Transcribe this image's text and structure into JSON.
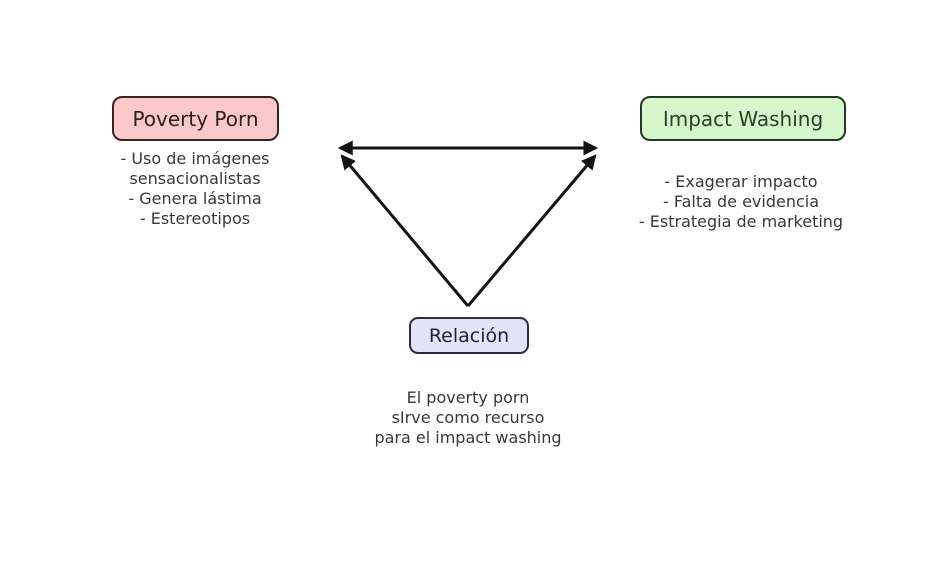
{
  "diagram": {
    "background_color": "#ffffff",
    "nodes": {
      "poverty_porn": {
        "label": "Poverty Porn",
        "fill": "#f9c9c9",
        "border_color": "#3a2222",
        "text_color": "#2f1d1d",
        "bullets": [
          "- Uso de imágenes",
          "sensacionalistas",
          "- Genera lástima",
          "- Estereotipos"
        ]
      },
      "impact_washing": {
        "label": "Impact Washing",
        "fill": "#d6f6cc",
        "border_color": "#223a22",
        "text_color": "#27422a",
        "bullets": [
          "- Exagerar impacto",
          "- Falta de evidencia",
          "- Estrategia de marketing"
        ]
      },
      "relacion": {
        "label": "Relación",
        "fill": "#e4e4f8",
        "border_color": "#2b2b44",
        "text_color": "#21213c",
        "caption_lines": [
          "El poverty porn",
          "sIrve como recurso",
          "para el impact washing"
        ]
      }
    },
    "connectors": {
      "color": "#141414",
      "links": [
        {
          "name": "top-double-arrow",
          "from": "poverty_porn",
          "to": "impact_washing",
          "bidirectional": true
        },
        {
          "name": "left-diagonal-arrow",
          "from": "relacion",
          "to": "poverty_porn",
          "bidirectional": false
        },
        {
          "name": "right-diagonal-arrow",
          "from": "relacion",
          "to": "impact_washing",
          "bidirectional": false
        }
      ]
    }
  }
}
